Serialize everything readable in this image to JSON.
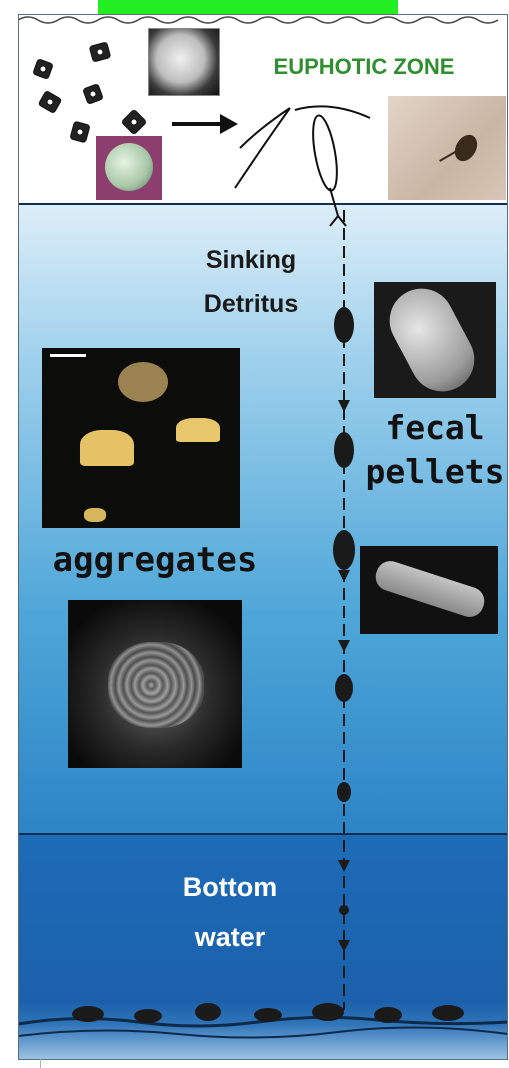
{
  "labels": {
    "zone": "EUPHOTIC ZONE",
    "sinking_line1": "Sinking",
    "sinking_line2": "Detritus",
    "fecal_line1": "fecal",
    "fecal_line2": "pellets",
    "aggregates": "aggregates",
    "bottom_line1": "Bottom",
    "bottom_line2": "water"
  },
  "colors": {
    "title_bar": "#22ee22",
    "zone_text": "#2f8f2f",
    "water_top": "#ddeef8",
    "water_bottom": "#1b5fab"
  }
}
